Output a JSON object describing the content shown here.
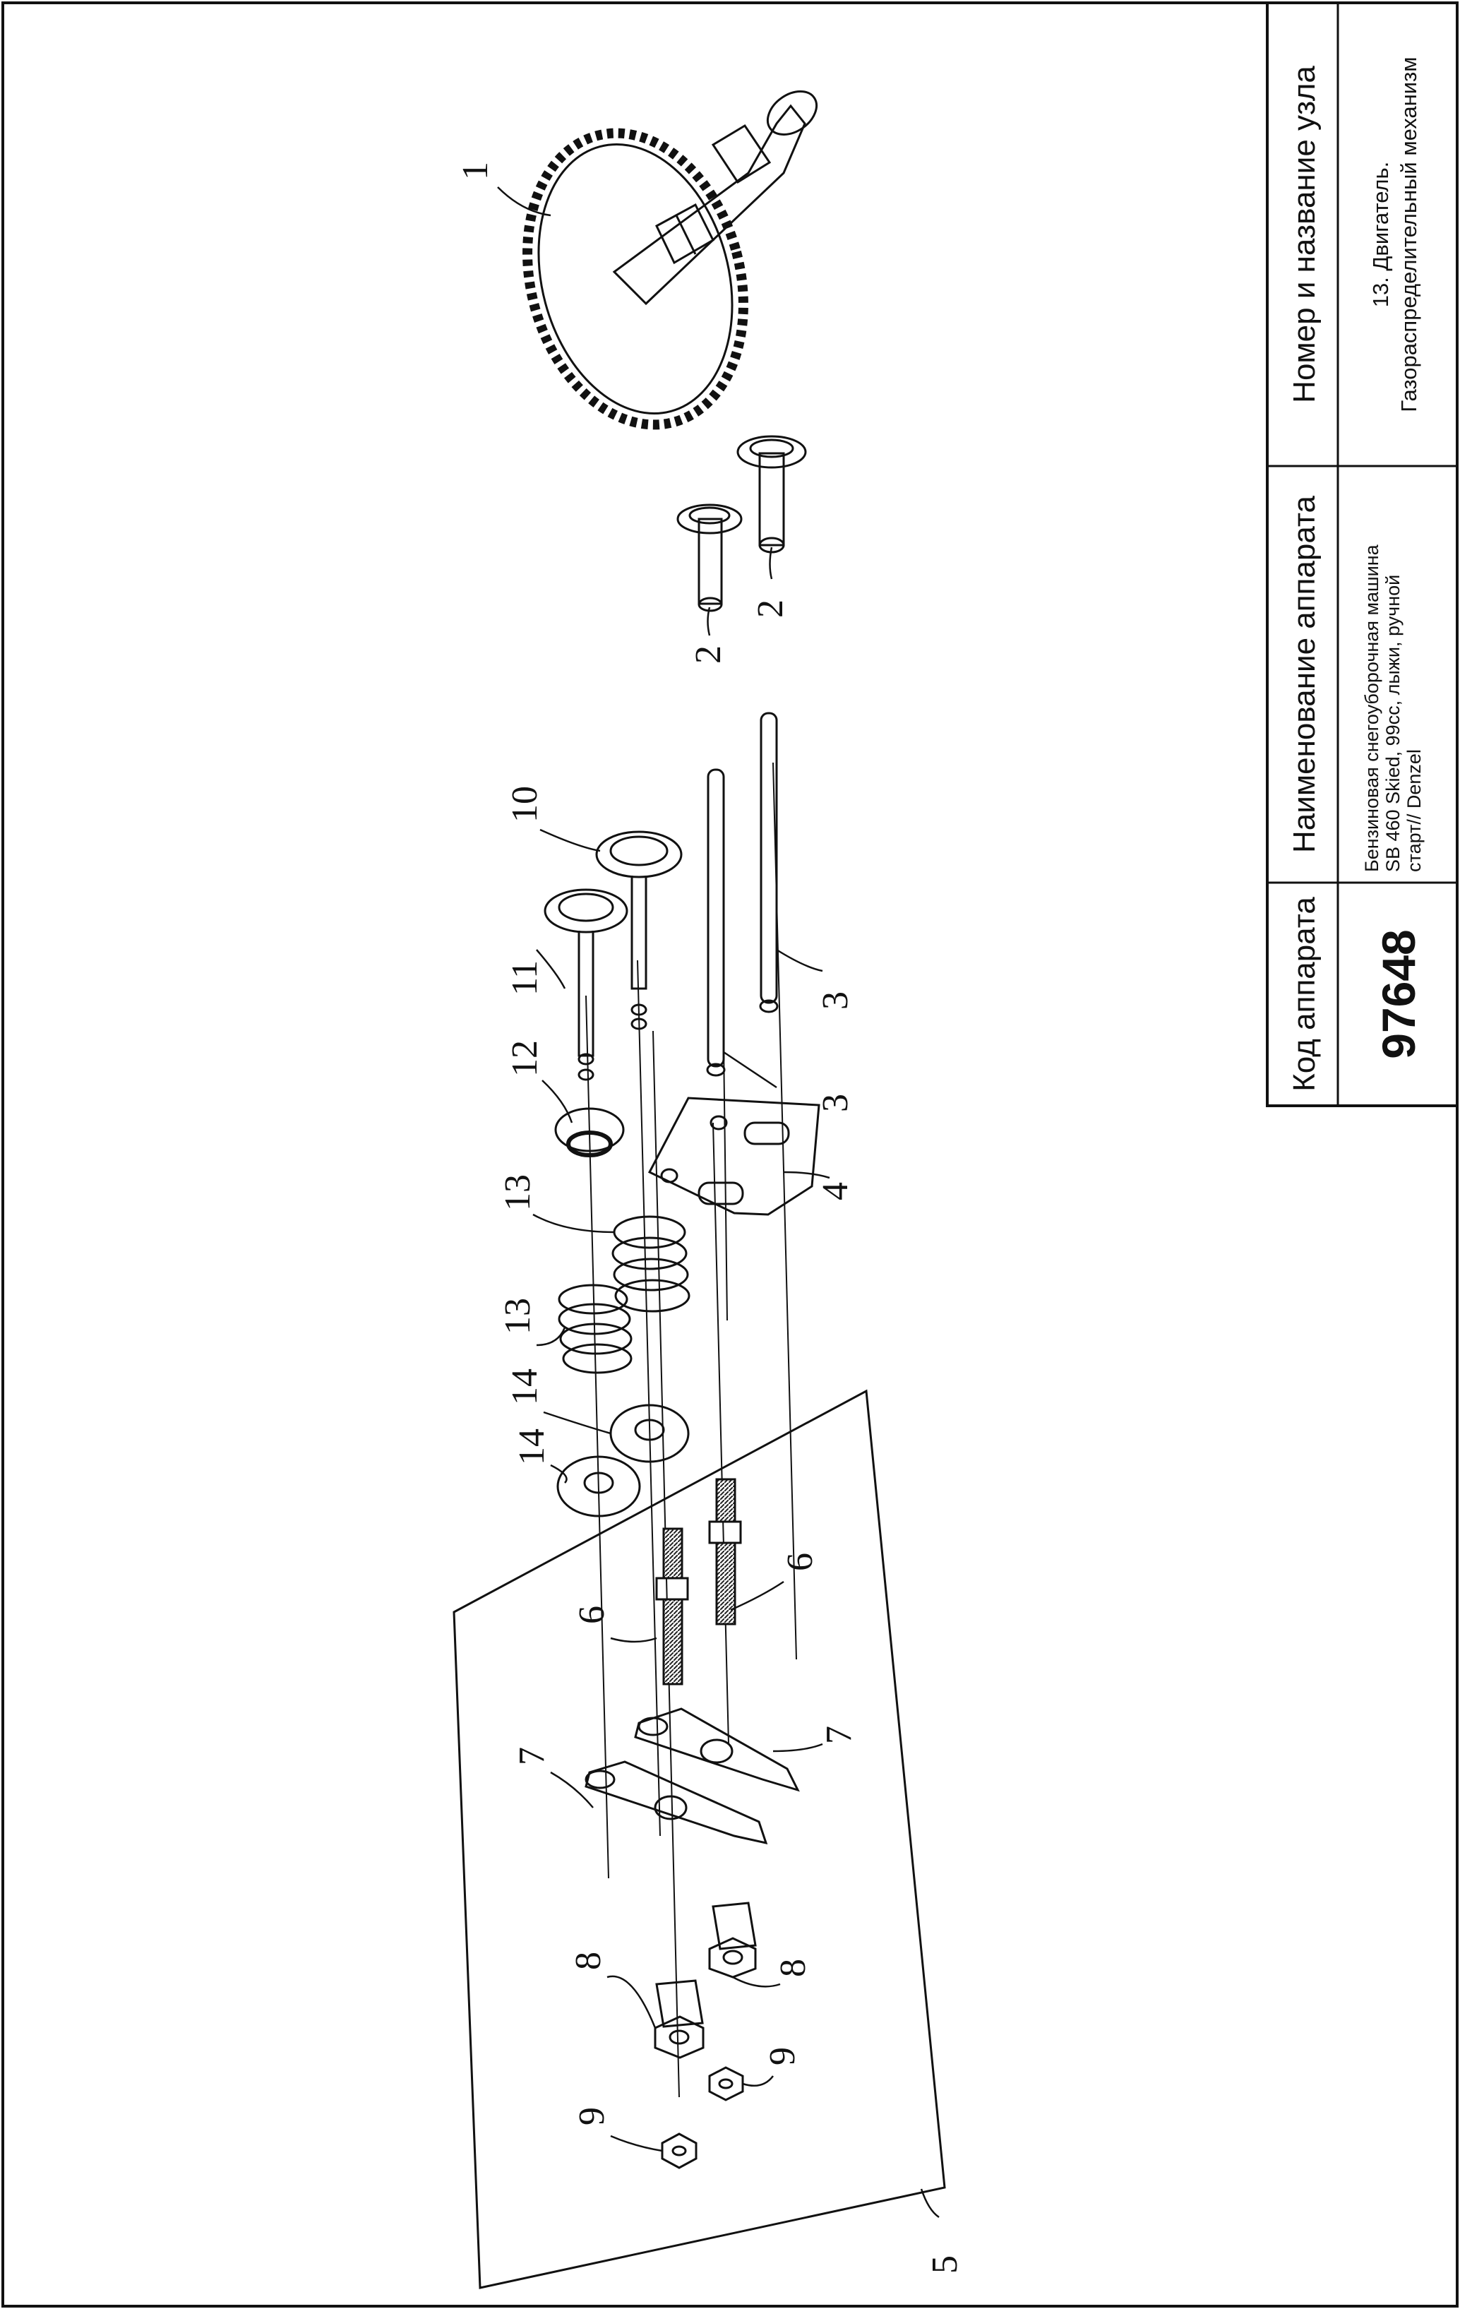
{
  "title_block": {
    "header_code": "Код аппарата",
    "header_name": "Наименование аппарата",
    "header_node": "Номер и название узла",
    "code": "97648",
    "name_line1": "Бензиновая снегоуборочная машина",
    "name_line2": "SB 460 Skied, 99cc, лыжи, ручной",
    "name_line3": "старт// Denzel",
    "node_line1": "13. Двигатель.",
    "node_line2": "Газораспределительный механизм"
  },
  "callouts": {
    "c1": "1",
    "c2a": "2",
    "c2b": "2",
    "c3a": "3",
    "c3b": "3",
    "c4": "4",
    "c5": "5",
    "c6a": "6",
    "c6b": "6",
    "c7a": "7",
    "c7b": "7",
    "c8a": "8",
    "c8b": "8",
    "c9a": "9",
    "c9b": "9",
    "c10": "10",
    "c11": "11",
    "c12": "12",
    "c13a": "13",
    "c13b": "13",
    "c14a": "14",
    "c14b": "14"
  }
}
